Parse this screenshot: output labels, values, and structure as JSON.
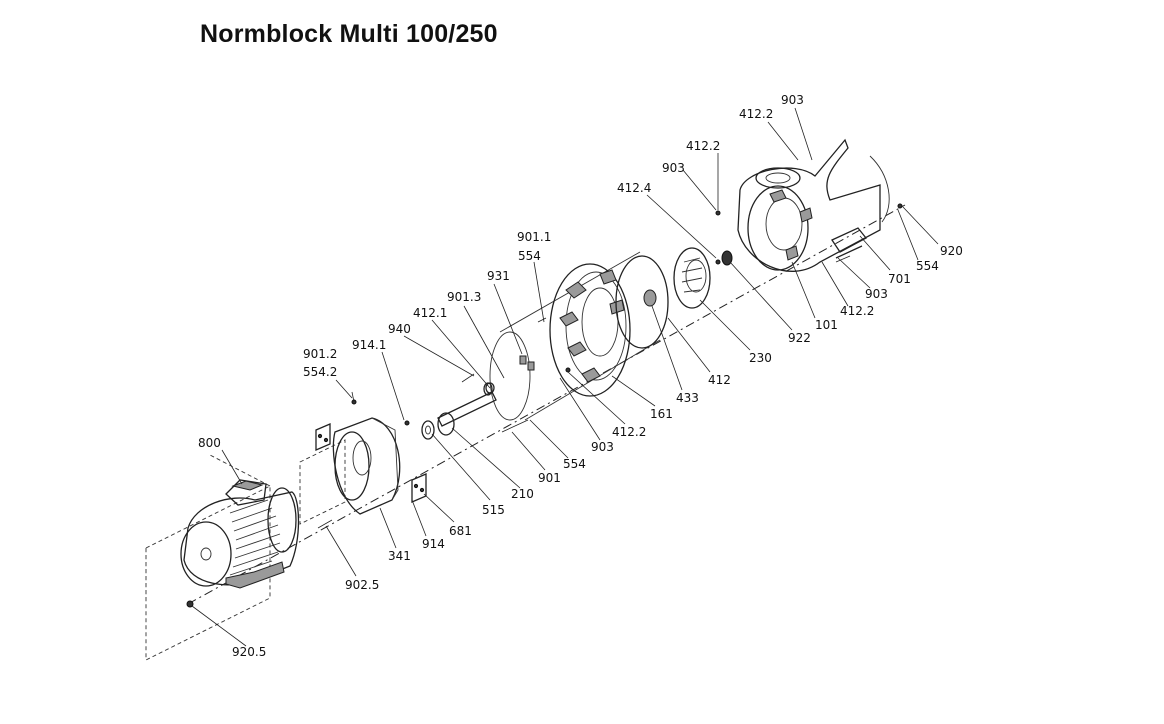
{
  "title": "Normblock Multi 100/250",
  "labels": {
    "l903_top": "903",
    "l412_2_top": "412.2",
    "l412_2_b": "412.2",
    "l903_b": "903",
    "l412_4": "412.4",
    "l920": "920",
    "l554_r": "554",
    "l701": "701",
    "l903_r": "903",
    "l412_2_r": "412.2",
    "l101": "101",
    "l922": "922",
    "l230": "230",
    "l412": "412",
    "l433": "433",
    "l161": "161",
    "l412_2_m": "412.2",
    "l903_m": "903",
    "l554_m": "554",
    "l901": "901",
    "l901_1": "901.1",
    "l554_t": "554",
    "l931": "931",
    "l901_3": "901.3",
    "l412_1": "412.1",
    "l940": "940",
    "l914_1": "914.1",
    "l901_2": "901.2",
    "l554_2": "554.2",
    "l800": "800",
    "l210": "210",
    "l515": "515",
    "l681": "681",
    "l914": "914",
    "l341": "341",
    "l902_5": "902.5",
    "l920_5": "920.5"
  }
}
